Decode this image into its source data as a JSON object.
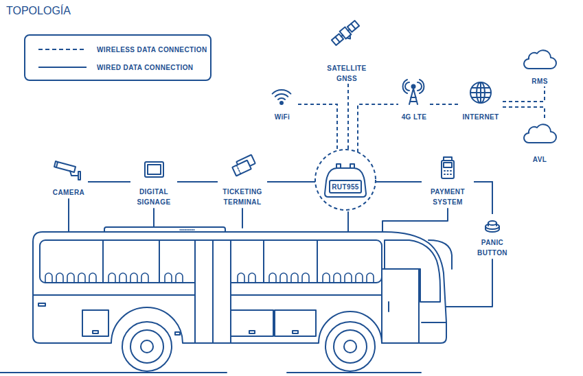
{
  "diagram": {
    "title": "TOPOLOGÍA",
    "nodes": [
      {
        "text": [
          "SATELLITE GNSS"
        ]
      },
      {
        "text": [
          "WiFi"
        ]
      },
      {
        "text": [
          "4G LTE"
        ]
      },
      {
        "text": [
          "INTERNET"
        ]
      },
      {
        "text": [
          "RMS"
        ]
      },
      {
        "text": [
          "AVL"
        ]
      },
      {
        "text": [
          "CAMERA"
        ]
      },
      {
        "text": [
          "DIGITAL SIGNAGE"
        ]
      },
      {
        "text": [
          "TICKETING TERMINAL"
        ]
      },
      {
        "text": [
          "RUT955"
        ]
      },
      {
        "text": [
          "PAYMENT SYSTEM"
        ]
      },
      {
        "text": [
          "PANIC BUTTON"
        ]
      }
    ],
    "edges": [
      {
        "from": 0,
        "to": 9,
        "arrow": "none"
      },
      {
        "from": 1,
        "to": 9,
        "arrow": "none"
      },
      {
        "from": 9,
        "to": 2,
        "arrow": "none"
      },
      {
        "from": 2,
        "to": 3,
        "arrow": "none"
      },
      {
        "from": 3,
        "to": 4,
        "arrow": "none"
      },
      {
        "from": 3,
        "to": 5,
        "arrow": "none"
      },
      {
        "from": 6,
        "to": 7,
        "arrow": "none"
      },
      {
        "from": 7,
        "to": 8,
        "arrow": "none"
      },
      {
        "from": 8,
        "to": 9,
        "arrow": "none"
      },
      {
        "from": 9,
        "to": 10,
        "arrow": "none"
      },
      {
        "from": 10,
        "to": 11,
        "arrow": "none"
      }
    ],
    "legend": [
      {
        "text": "WIRELESS DATA CONNECTION"
      },
      {
        "text": "WIRED DATA CONNECTION"
      }
    ]
  }
}
